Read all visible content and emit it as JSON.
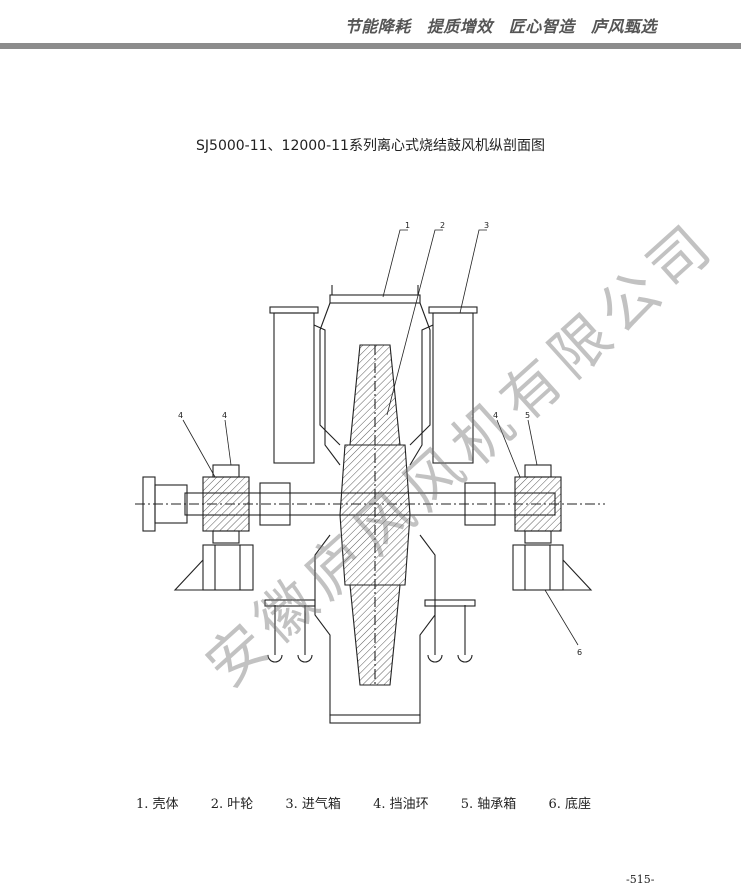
{
  "header": {
    "slogans": [
      "节能降耗",
      "提质增效",
      "匠心智造",
      "庐风甄选"
    ]
  },
  "title": "SJ5000-11、12000-11系列离心式烧结鼓风机纵剖面图",
  "callouts": [
    "1",
    "2",
    "3",
    "4",
    "4",
    "4",
    "5",
    "6"
  ],
  "legend": {
    "items": [
      "1. 壳体",
      "2. 叶轮",
      "3. 进气箱",
      "4. 挡油环",
      "5. 轴承箱",
      "6. 底座"
    ]
  },
  "watermark": "安徽庐风风机有限公司",
  "page_number": "-515-"
}
